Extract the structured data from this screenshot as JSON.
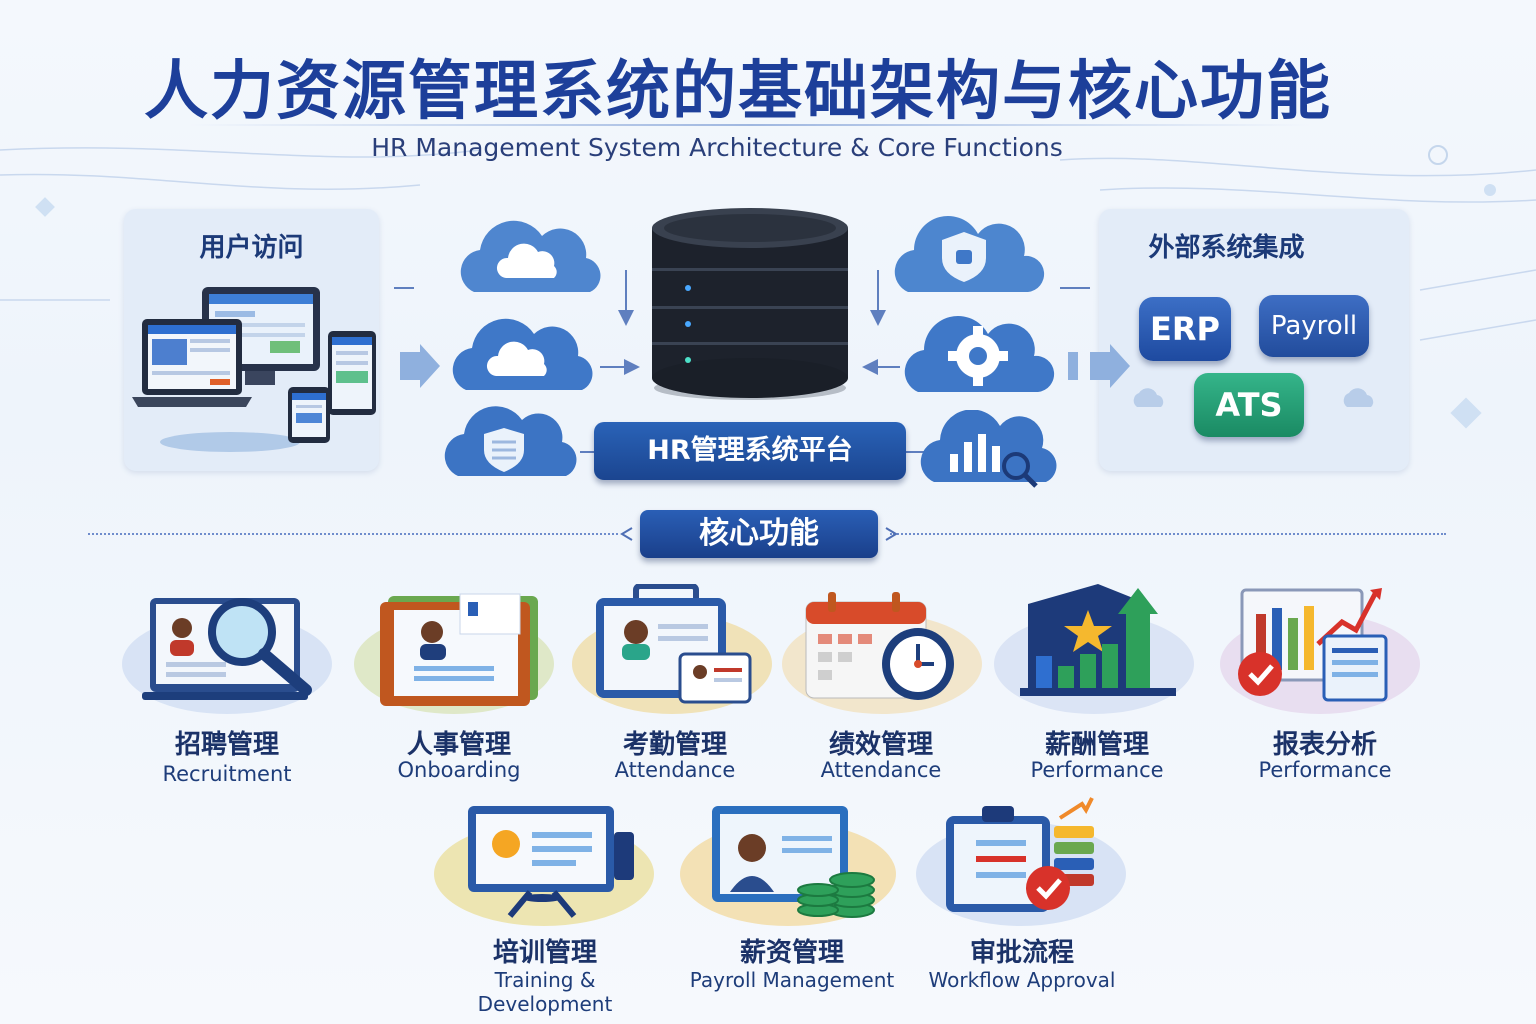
{
  "header": {
    "title": "人力资源管理系统的基础架构与核心功能",
    "subtitle": "HR Management System Architecture & Core Functions"
  },
  "left_panel": {
    "title": "用户访问"
  },
  "right_panel": {
    "title": "外部系统集成",
    "badges": [
      {
        "label": "ERP",
        "color": "#1e4fa6"
      },
      {
        "label": "Payroll",
        "color": "#2b56a8"
      },
      {
        "label": "ATS",
        "color": "#1f9a73"
      }
    ]
  },
  "center": {
    "platform_label": "HR管理系统平台",
    "left_clouds": [
      "cloud-icon",
      "cloud-icon",
      "shield-icon"
    ],
    "right_clouds": [
      "shield-icon",
      "gear-icon",
      "chart-search-icon"
    ]
  },
  "core": {
    "label": "核心功能"
  },
  "functions": [
    {
      "cn": "招聘管理",
      "en": "Recruitment",
      "icon": "recruitment-icon"
    },
    {
      "cn": "人事管理",
      "en": "Onboarding",
      "icon": "onboarding-icon"
    },
    {
      "cn": "考勤管理",
      "en": "Attendance",
      "icon": "badge-icon"
    },
    {
      "cn": "绩效管理",
      "en": "Attendance",
      "icon": "calendar-clock-icon"
    },
    {
      "cn": "薪酬管理",
      "en": "Performance",
      "icon": "performance-chart-icon"
    },
    {
      "cn": "报表分析",
      "en": "Performance",
      "icon": "report-icon"
    },
    {
      "cn": "培训管理",
      "en": "Training & Development",
      "icon": "training-icon"
    },
    {
      "cn": "薪资管理",
      "en": "Payroll Management",
      "icon": "payroll-icon"
    },
    {
      "cn": "审批流程",
      "en": "Workflow Approval",
      "icon": "workflow-icon"
    }
  ],
  "colors": {
    "primary": "#1d3f9a",
    "accent": "#2a63b8",
    "green": "#1f9a73"
  }
}
